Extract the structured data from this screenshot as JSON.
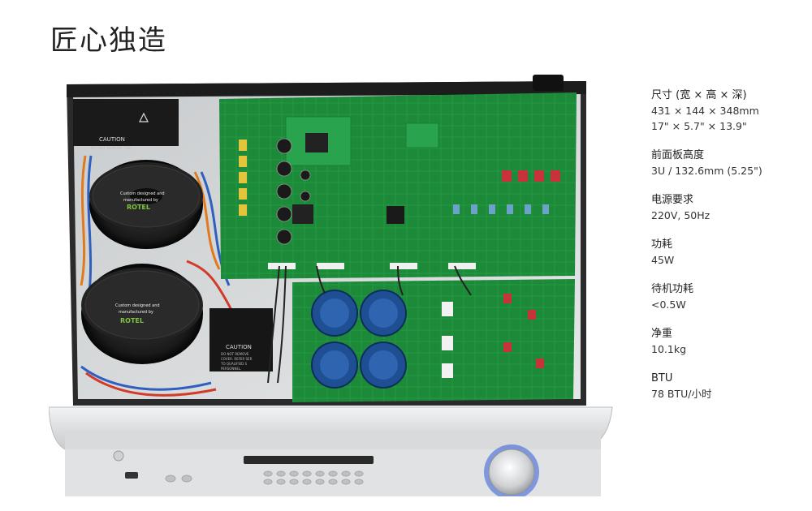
{
  "page": {
    "title": "匠心独造"
  },
  "product_image": {
    "transformer_top_label": "CAUTION",
    "transformer_top_sublabel": "DO NOT REMOVE THE",
    "toroid_text_line1": "Custom designed and",
    "toroid_text_line2": "manufactured by",
    "toroid_brand": "ROTEL",
    "cover_caution": "CAUTION",
    "cover_line1": "DO NOT REMOVE",
    "cover_line2": "COVER. REFER SER",
    "cover_line3": "TO QUALIFIED S",
    "cover_line4": "PERSONNEL."
  },
  "specs": [
    {
      "label": "尺寸 (宽 × 高 × 深)",
      "values": [
        "431 × 144 × 348mm",
        "17\" × 5.7\" × 13.9\""
      ]
    },
    {
      "label": "前面板高度",
      "values": [
        "3U / 132.6mm (5.25\")"
      ]
    },
    {
      "label": "电源要求",
      "values": [
        "220V, 50Hz"
      ]
    },
    {
      "label": "功耗",
      "values": [
        "45W"
      ]
    },
    {
      "label": "待机功耗",
      "values": [
        "<0.5W"
      ]
    },
    {
      "label": "净重",
      "values": [
        "10.1kg"
      ]
    },
    {
      "label": "BTU",
      "values": [
        "78 BTU/小时"
      ]
    }
  ],
  "colors": {
    "pcb": "#1e8a3c",
    "chassis": "#d4d6d8",
    "faceplate": "#e2e3e5",
    "capacitor": "#1f4f93"
  }
}
